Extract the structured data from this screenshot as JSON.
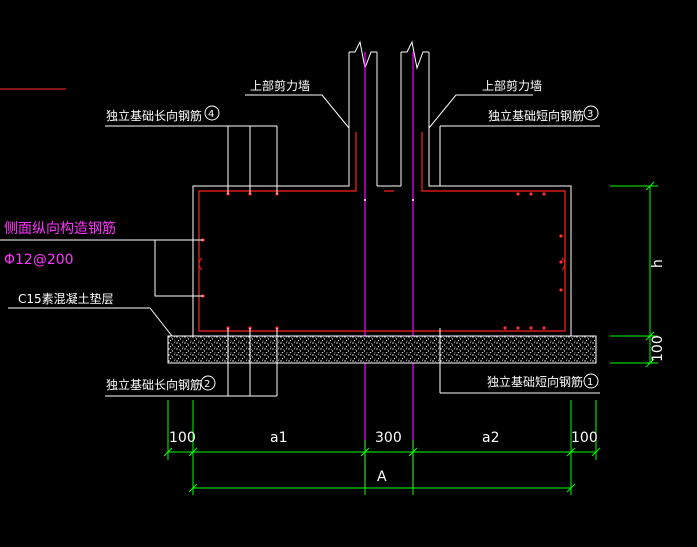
{
  "drawing": {
    "background": "#000000",
    "colors": {
      "concrete_outline": "#ffffff",
      "rebar": "#ff2020",
      "leader": "#ffffff",
      "dimension": "#00ff00",
      "wall_axis": "#ff00ff",
      "magenta_text": "#ff33ff",
      "gravel": "#ffffff"
    },
    "labels": {
      "upper_wall_left": "上部剪力墙",
      "upper_wall_right": "上部剪力墙",
      "long_rebar_top": "独立基础长向钢筋",
      "long_rebar_top_num": "4",
      "short_rebar_top": "独立基础短向钢筋",
      "short_rebar_top_num": "3",
      "long_rebar_bottom": "独立基础长向钢筋",
      "long_rebar_bottom_num": "2",
      "short_rebar_bottom": "独立基础短向钢筋",
      "short_rebar_bottom_num": "1",
      "side_rebar": "侧面纵向构造钢筋",
      "side_rebar_spec": "Φ12@200",
      "cushion": "C15素混凝土垫层"
    },
    "dimensions": {
      "left_offset": "100",
      "a1": "a1",
      "wall": "300",
      "a2": "a2",
      "right_offset": "100",
      "total": "A",
      "height": "h",
      "cushion_thickness": "100"
    }
  }
}
